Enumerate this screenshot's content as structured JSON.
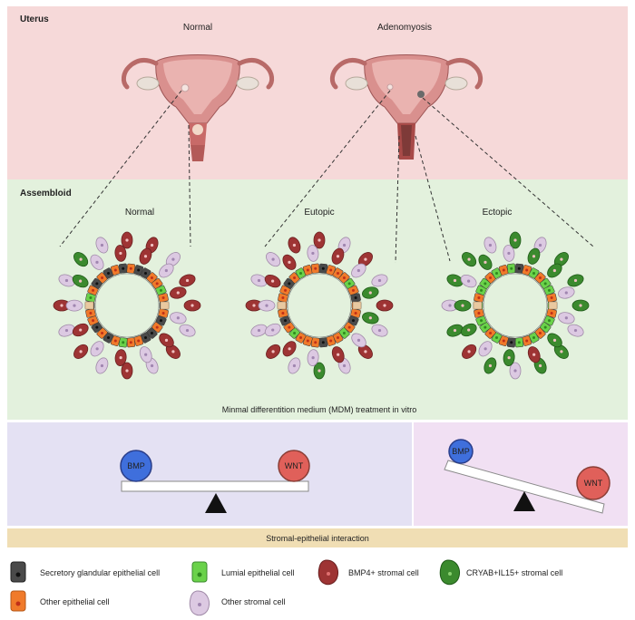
{
  "sections": {
    "uterus": "Uterus",
    "assembloid": "Assembloid"
  },
  "uterus_labels": {
    "normal": "Normal",
    "adenomyosis": "Adenomyosis"
  },
  "assembloid_labels": {
    "normal": "Normal",
    "eutopic": "Eutopic",
    "ectopic": "Ectopic"
  },
  "treatment_label": "Minmal differentition medium (MDM) treatment in vitro",
  "balance": {
    "bmp": "BMP",
    "wnt": "WNT"
  },
  "interaction_label": "Stromal-epithelial interaction",
  "legend": {
    "secretory": "Secretory glandular epithelial cell",
    "lumial": "Lumial epithelial cell",
    "bmp4": "BMP4+ stromal cell",
    "cryab": "CRYAB+IL15+ stromal cell",
    "other_epi": "Other epithelial cell",
    "other_stromal": "Other stromal cell"
  },
  "colors": {
    "uterus_band": "#f6d9d9",
    "assembloid_band": "#e3f1dd",
    "balance_left_band": "#e4e1f3",
    "balance_right_band": "#f1e0f3",
    "interaction_bar": "#f0deb4",
    "secretory": "#4a4a4a",
    "lumial": "#6ad24a",
    "bmp4": "#9e3434",
    "cryab": "#3b8a2e",
    "other_epi": "#f07a2a",
    "other_stromal": "#dcc9e2",
    "bmp_ball": "#3f6fdc",
    "wnt_ball": "#e0605a"
  }
}
